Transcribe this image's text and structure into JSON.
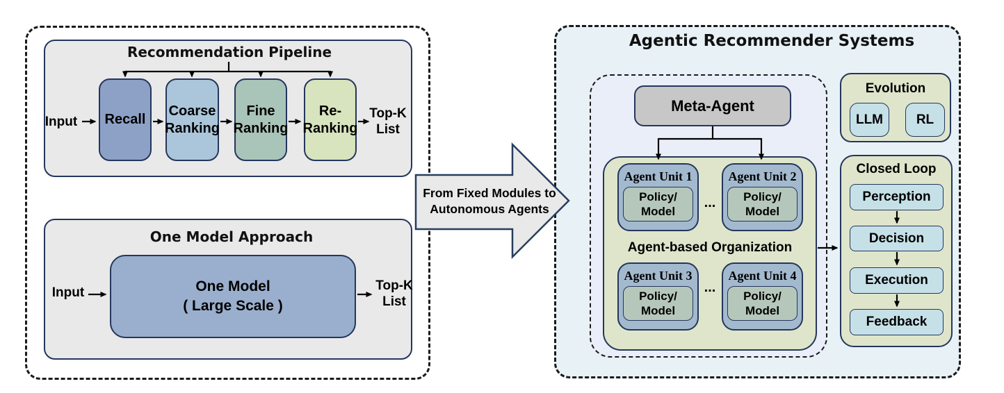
{
  "diagram": {
    "left_panel": {
      "pipeline": {
        "title": "Recommendation Pipeline",
        "input_label": "Input",
        "stages": [
          {
            "line1": "Recall",
            "line2": ""
          },
          {
            "line1": "Coarse",
            "line2": "Ranking"
          },
          {
            "line1": "Fine",
            "line2": "Ranking"
          },
          {
            "line1": "Re-",
            "line2": "Ranking"
          }
        ],
        "output_line1": "Top-K",
        "output_line2": "List"
      },
      "one_model": {
        "title": "One Model Approach",
        "input_label": "Input",
        "box_line1": "One Model",
        "box_line2": "( Large Scale )",
        "output_line1": "Top-K",
        "output_line2": "List"
      }
    },
    "transition": {
      "line1": "From Fixed Modules to",
      "line2": "Autonomous Agents"
    },
    "right_panel": {
      "title": "Agentic Recommender Systems",
      "meta_agent_label": "Meta-Agent",
      "organization": {
        "label": "Agent-based Organization",
        "ellipsis": "...",
        "units": [
          {
            "title": "Agent Unit 1",
            "line1": "Policy/",
            "line2": "Model"
          },
          {
            "title": "Agent Unit 2",
            "line1": "Policy/",
            "line2": "Model"
          },
          {
            "title": "Agent Unit 3",
            "line1": "Policy/",
            "line2": "Model"
          },
          {
            "title": "Agent Unit 4",
            "line1": "Policy/",
            "line2": "Model"
          }
        ]
      },
      "evolution": {
        "title": "Evolution",
        "items": [
          "LLM",
          "RL"
        ]
      },
      "closed_loop": {
        "title": "Closed Loop",
        "steps": [
          "Perception",
          "Decision",
          "Execution",
          "Feedback"
        ]
      }
    }
  },
  "colors": {
    "container_gray": "#e9e9e9",
    "border_navy": "#24365c",
    "recall_blue": "#8da1c6",
    "coarse_blue": "#abc6da",
    "fine_green": "#a9c4b8",
    "rerank_green": "#d7e4bd",
    "one_model_blue": "#9aafcd",
    "right_panel_bg": "#e8f1f6",
    "inner_panel_bg": "#eaeef8",
    "meta_agent_gray": "#c7c7c7",
    "organization_bg": "#e9edda",
    "agent_unit_blue": "#a3b9ce",
    "policy_green": "#b5c7ba",
    "module_olive": "#dfe5cb",
    "step_blue": "#c6e0e7",
    "arrow_black": "#000000"
  }
}
